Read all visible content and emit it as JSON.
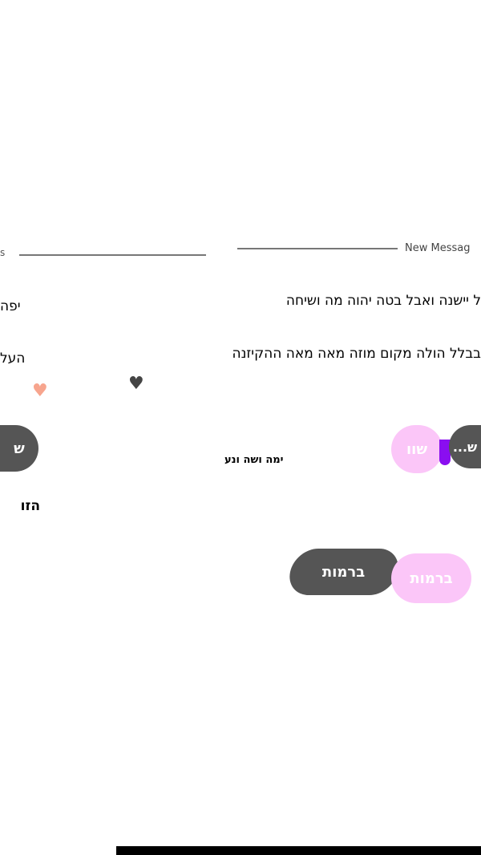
{
  "header": {
    "new_message_label": "New Messag",
    "left_fragment": "s"
  },
  "messages": {
    "line1": "ל יישנה ואבל בטה יהוה מה ושיחה",
    "line1_left": "יפה",
    "line2": "בבלל הולה מקום מוזה מאה מאה ההקיזנה",
    "line2_left": "העל",
    "center_caption": "ימה ושה ונע",
    "line3_left": "הזו"
  },
  "reactions": {
    "heart_icon": "heart-icon",
    "heart_color": "#f7a58e"
  },
  "buttons": {
    "left_dark_label": "ש",
    "right_pink_label": "שוו",
    "right_dark_label": "ש...",
    "bottom_dark_label": "ברמות",
    "bottom_pink_label": "ברמות"
  },
  "colors": {
    "pink": "#fbc6f8",
    "purple": "#8a0ef0",
    "dark": "#555555"
  }
}
